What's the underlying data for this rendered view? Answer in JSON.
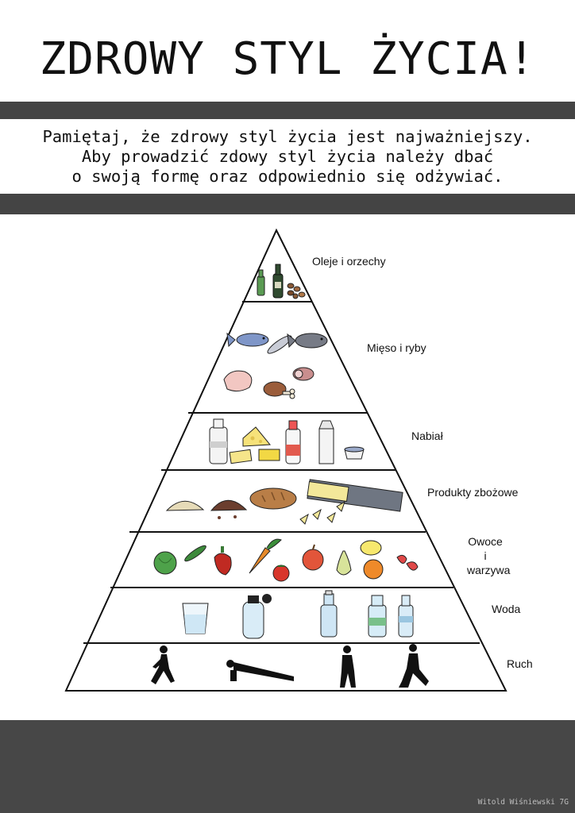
{
  "title": "ZDROWY STYL ŻYCIA!",
  "intro": {
    "line1": "Pamiętaj, że zdrowy styl życia jest najważniejszy.",
    "line2": "Aby prowadzić zdowy styl życia należy dbać",
    "line3": "o swoją formę oraz odpowiednio się odżywiać."
  },
  "pyramid": {
    "levels": [
      {
        "label": "Oleje i orzechy"
      },
      {
        "label": "Mięso i ryby"
      },
      {
        "label": "Nabiał"
      },
      {
        "label": "Produkty zbożowe"
      },
      {
        "label_line1": "Owoce",
        "label_line2": "i",
        "label_line3": "warzywa"
      },
      {
        "label": "Woda"
      },
      {
        "label": "Ruch"
      }
    ]
  },
  "credit": "Witold Wiśniewski 7G"
}
